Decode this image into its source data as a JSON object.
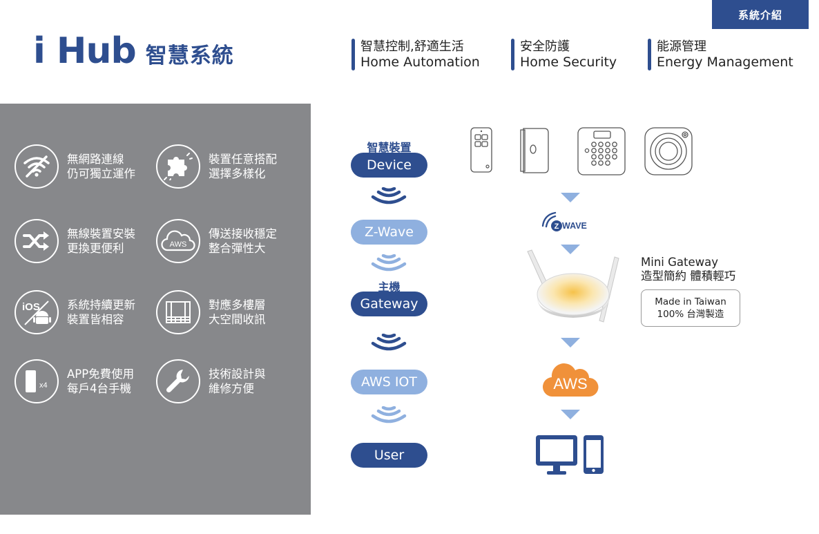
{
  "tag": "系統介紹",
  "title": {
    "brand": "i Hub",
    "subtitle": "智慧系統"
  },
  "features": [
    {
      "zh": "智慧控制,舒適生活",
      "en": "Home Automation"
    },
    {
      "zh": "安全防護",
      "en": "Home Security"
    },
    {
      "zh": "能源管理",
      "en": "Energy Management"
    }
  ],
  "benefits": [
    {
      "icon": "wifi-off-icon",
      "line1": "無網路連線",
      "line2": "仍可獨立運作"
    },
    {
      "icon": "puzzle-icon",
      "line1": "裝置任意搭配",
      "line2": "選擇多樣化"
    },
    {
      "icon": "shuffle-icon",
      "line1": "無線裝置安裝",
      "line2": "更換更便利"
    },
    {
      "icon": "aws-cloud-icon",
      "icon_text": "AWS",
      "line1": "傳送接收穩定",
      "line2": "整合彈性大"
    },
    {
      "icon": "ios-android-icon",
      "icon_text": "iOS",
      "line1": "系統持續更新",
      "line2": "裝置皆相容"
    },
    {
      "icon": "building-icon",
      "line1": "對應多樓層",
      "line2": "大空間收訊"
    },
    {
      "icon": "phone-x4-icon",
      "icon_text": "x4",
      "line1": "APP免費使用",
      "line2": "每戶4台手機"
    },
    {
      "icon": "wrench-icon",
      "line1": "技術設計與",
      "line2": "維修方便"
    }
  ],
  "flow": {
    "device_caption": "智慧裝置",
    "device": "Device",
    "zwave": "Z-Wave",
    "gateway_caption": "主機",
    "gateway": "Gateway",
    "aws_iot": "AWS IOT",
    "user": "User"
  },
  "zwave_logo": "WAVE",
  "aws_logo": "AWS",
  "gateway_info": {
    "name": "Mini Gateway",
    "desc": "造型簡約 體積輕巧",
    "made1": "Made in Taiwan",
    "made2": "100% 台灣製造"
  },
  "colors": {
    "primary": "#2e4e8f",
    "light": "#8fb0df",
    "panel": "#87888b",
    "aws": "#f0913a"
  }
}
